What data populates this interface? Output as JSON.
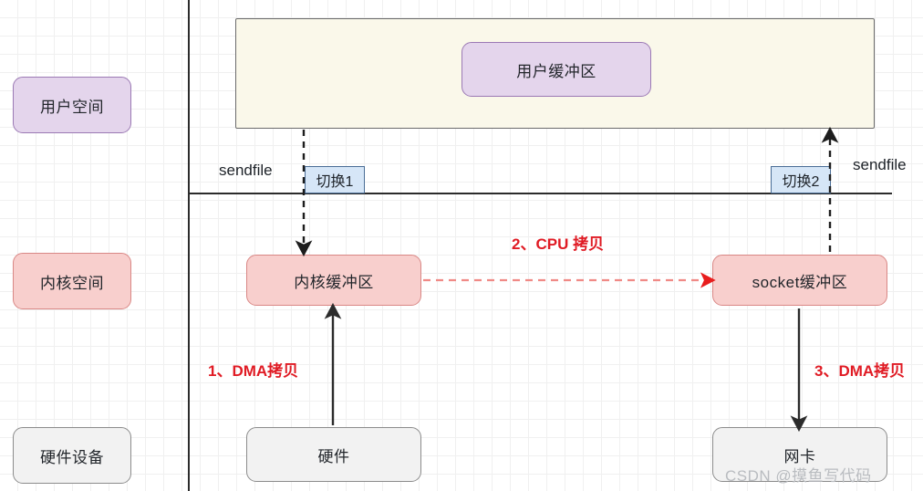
{
  "diagram": {
    "title": "sendfile zero-copy data flow",
    "lanes": [
      {
        "id": "user-space",
        "label": "用户空间",
        "color": "#e4d5ec",
        "border": "#9b79b4"
      },
      {
        "id": "kernel-space",
        "label": "内核空间",
        "color": "#f8cfcd",
        "border": "#d98785"
      },
      {
        "id": "hardware",
        "label": "硬件设备",
        "color": "#f2f2f2",
        "border": "#8c8c8c"
      }
    ],
    "containers": [
      {
        "id": "user-space-region",
        "label": "",
        "fill": "#faf8ea",
        "border": "#6b6b6b"
      }
    ],
    "nodes": [
      {
        "id": "user-buffer",
        "label": "用户缓冲区",
        "fill": "#e4d5ec",
        "border": "#9b79b4"
      },
      {
        "id": "kernel-buffer",
        "label": "内核缓冲区",
        "fill": "#f8cfcd",
        "border": "#d98785"
      },
      {
        "id": "socket-buffer",
        "label": "socket缓冲区",
        "fill": "#f8cfcd",
        "border": "#d98785"
      },
      {
        "id": "hardware-node",
        "label": "硬件",
        "fill": "#f2f2f2",
        "border": "#8c8c8c"
      },
      {
        "id": "nic-node",
        "label": "网卡",
        "fill": "#f2f2f2",
        "border": "#8c8c8c"
      }
    ],
    "switches": [
      {
        "id": "switch-1",
        "label": "切换1",
        "fill": "#d6e6f7",
        "border": "#4a6d96"
      },
      {
        "id": "switch-2",
        "label": "切换2",
        "fill": "#d6e6f7",
        "border": "#4a6d96"
      }
    ],
    "syscall_labels": [
      {
        "id": "sendfile-left",
        "label": "sendfile"
      },
      {
        "id": "sendfile-right",
        "label": "sendfile"
      }
    ],
    "copy_labels": [
      {
        "id": "copy-1",
        "label": "1、DMA拷贝",
        "color": "#e01b24"
      },
      {
        "id": "copy-2",
        "label": "2、CPU 拷贝",
        "color": "#e01b24"
      },
      {
        "id": "copy-3",
        "label": "3、DMA拷贝",
        "color": "#e01b24"
      }
    ],
    "arrows": [
      {
        "id": "arrow-user-to-kernel",
        "style": "dashed",
        "color": "#1d1d1d",
        "direction": "down"
      },
      {
        "id": "arrow-socket-to-user",
        "style": "dashed",
        "color": "#1d1d1d",
        "direction": "up"
      },
      {
        "id": "arrow-hardware-to-kernelbuf",
        "style": "solid",
        "color": "#2b2b2b",
        "direction": "up"
      },
      {
        "id": "arrow-kernelbuf-to-socket",
        "style": "dashed",
        "color": "#f08a86",
        "direction": "right"
      },
      {
        "id": "arrow-socket-to-nic",
        "style": "solid",
        "color": "#2b2b2b",
        "direction": "down"
      }
    ],
    "watermark": {
      "text": "CSDN @摸鱼写代码",
      "color": "#b9bcc0"
    }
  }
}
